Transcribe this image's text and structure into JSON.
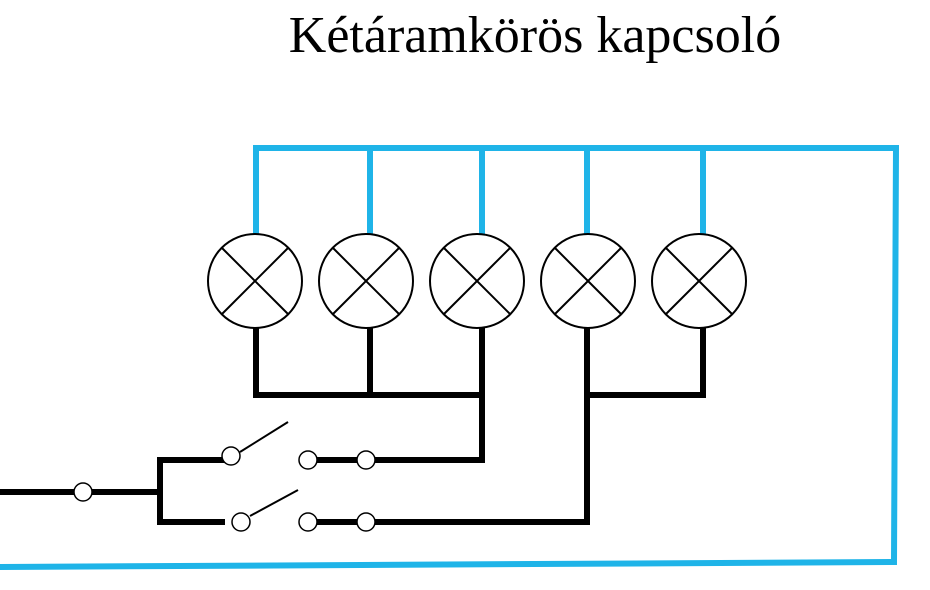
{
  "title": "Kétáramkörös kapcsoló",
  "colors": {
    "neutral_wire": "#1fb4e8",
    "phase_wire": "#000000",
    "lamp_fill": "#ffffff",
    "background": "#ffffff"
  },
  "components": {
    "lamp_count": 5,
    "switch_count": 2,
    "lamp_icon": "lamp-cross-circle-icon",
    "switch_icon": "open-switch-icon",
    "terminal_icon": "terminal-circle-icon"
  }
}
